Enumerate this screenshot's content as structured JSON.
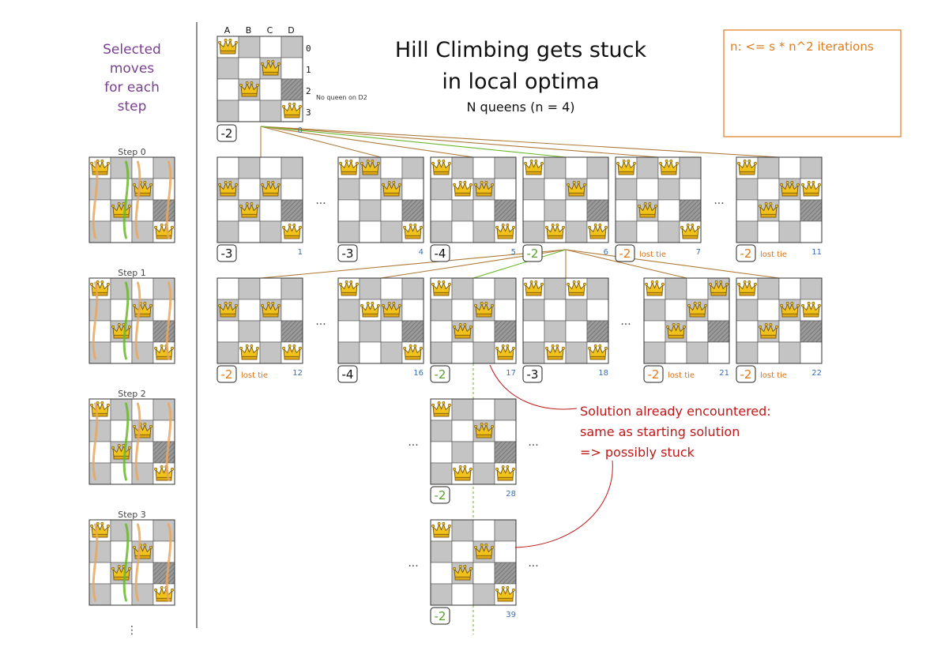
{
  "sidebar": {
    "title_lines": [
      "Selected",
      "moves",
      "for each",
      "step"
    ],
    "steps": [
      "Step 0",
      "Step 1",
      "Step 2",
      "Step 3"
    ],
    "more": "⋮"
  },
  "header": {
    "title_line1": "Hill Climbing gets stuck",
    "title_line2": "in local optima",
    "subtitle": "N queens (n = 4)"
  },
  "note_box": {
    "text": "n: <= s * n^2 iterations"
  },
  "start_board": {
    "columns": [
      "A",
      "B",
      "C",
      "D"
    ],
    "rows": [
      "0",
      "1",
      "2",
      "3"
    ],
    "d2_note": "No queen on D2",
    "score": "-2",
    "index": "0",
    "queens": [
      0,
      2,
      1,
      3
    ]
  },
  "tie_label": "lost tie",
  "ellipsis": "...",
  "callout": {
    "line1": "Solution already encountered:",
    "line2": "same as starting solution",
    "line3": "=> possibly stuck"
  },
  "colors": {
    "score_default": "#111111",
    "score_best": "#5aa02c",
    "score_tie": "#e07b1c",
    "edge_brown": "#b07a3a",
    "edge_green": "#6ab82c",
    "callout_red": "#c01818"
  },
  "boards": [
    {
      "id": "b1",
      "queens": [
        1,
        2,
        1,
        3
      ],
      "score": "-3",
      "index": "1",
      "status": "normal"
    },
    {
      "id": "b4",
      "queens": [
        0,
        0,
        1,
        3
      ],
      "score": "-3",
      "index": "4",
      "status": "normal"
    },
    {
      "id": "b5",
      "queens": [
        0,
        1,
        1,
        3
      ],
      "score": "-4",
      "index": "5",
      "status": "normal"
    },
    {
      "id": "b6",
      "queens": [
        0,
        3,
        1,
        3
      ],
      "score": "-2",
      "index": "6",
      "status": "best"
    },
    {
      "id": "b7",
      "queens": [
        0,
        2,
        0,
        3
      ],
      "score": "-2",
      "index": "7",
      "status": "tie"
    },
    {
      "id": "b11",
      "queens": [
        0,
        2,
        1,
        1
      ],
      "score": "-2",
      "index": "11",
      "status": "tie"
    },
    {
      "id": "b12",
      "queens": [
        1,
        3,
        1,
        3
      ],
      "score": "-2",
      "index": "12",
      "status": "tie"
    },
    {
      "id": "b16",
      "queens": [
        0,
        1,
        1,
        3
      ],
      "score": "-4",
      "index": "16",
      "status": "normal"
    },
    {
      "id": "b17",
      "queens": [
        0,
        2,
        1,
        3
      ],
      "score": "-2",
      "index": "17",
      "status": "best"
    },
    {
      "id": "b18",
      "queens": [
        0,
        3,
        0,
        3
      ],
      "score": "-3",
      "index": "18",
      "status": "normal"
    },
    {
      "id": "b21",
      "queens": [
        0,
        2,
        1,
        0
      ],
      "score": "-2",
      "index": "21",
      "status": "tie"
    },
    {
      "id": "b22",
      "queens": [
        0,
        2,
        1,
        1
      ],
      "score": "-2",
      "index": "22",
      "status": "tie"
    },
    {
      "id": "b28",
      "queens": [
        0,
        3,
        1,
        3
      ],
      "score": "-2",
      "index": "28",
      "status": "best"
    },
    {
      "id": "b39",
      "queens": [
        0,
        2,
        1,
        3
      ],
      "score": "-2",
      "index": "39",
      "status": "best"
    }
  ]
}
